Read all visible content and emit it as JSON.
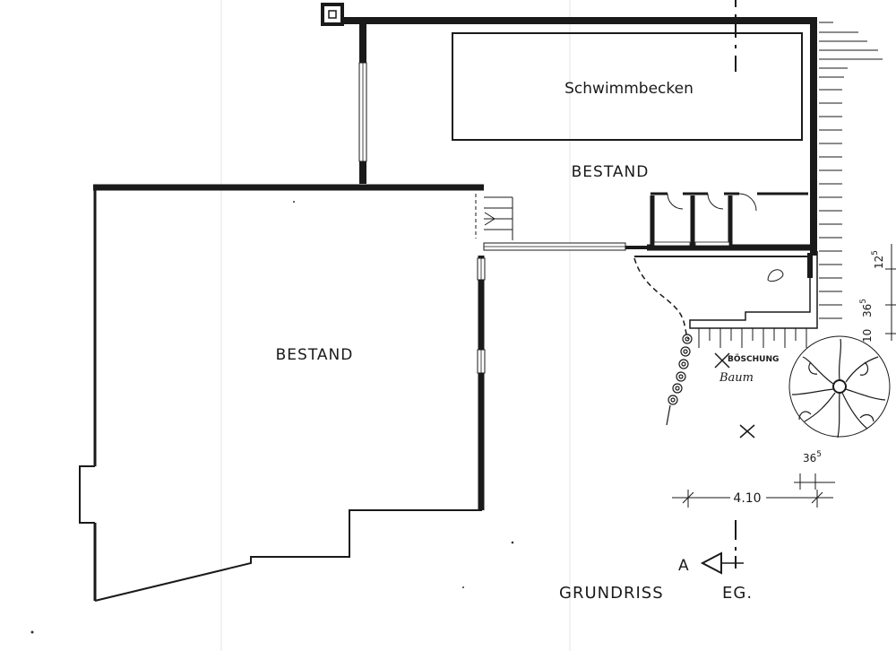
{
  "labels": {
    "pool": "Schwimmbecken",
    "bestand_top": "BESTAND",
    "bestand_main": "BESTAND",
    "title_main": "GRUNDRISS",
    "title_floor": "EG.",
    "section_marker": "A"
  },
  "annotations": {
    "slope": "BÖSCHUNG",
    "tree": "Baum"
  },
  "dimensions": {
    "width_410": "4.10",
    "wall_365_base": "36",
    "wall_365_sup": "5",
    "right_125_base": "12",
    "right_125_sup": "5",
    "right_365_base": "36",
    "right_365_sup": "5",
    "right_10": "10"
  }
}
